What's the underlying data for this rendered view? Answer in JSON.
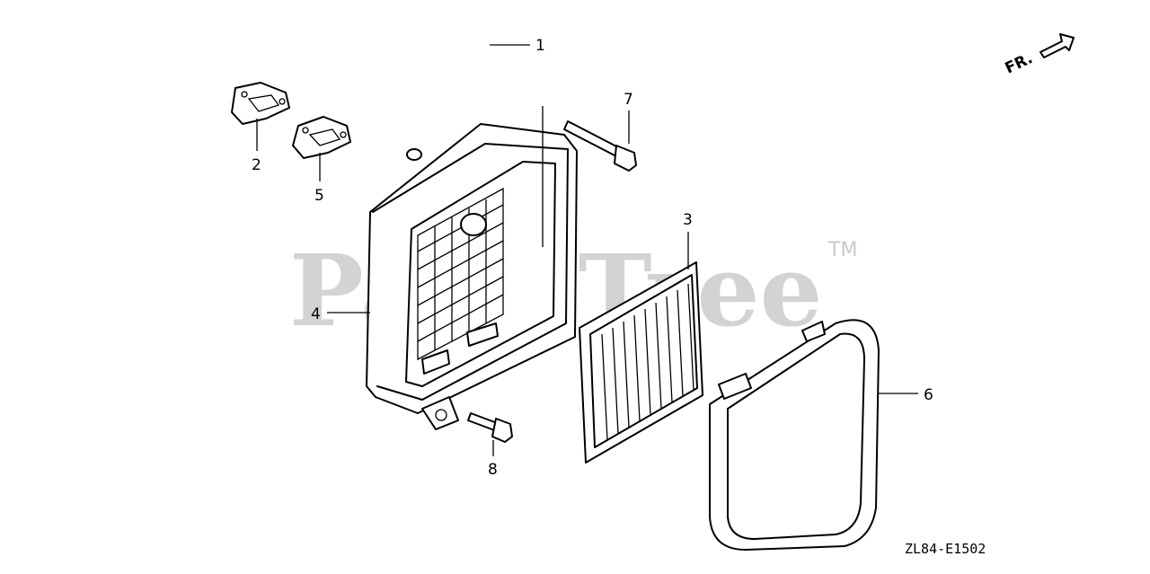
{
  "callouts": [
    {
      "id": "1",
      "label": "1"
    },
    {
      "id": "2",
      "label": "2"
    },
    {
      "id": "3",
      "label": "3"
    },
    {
      "id": "4",
      "label": "4"
    },
    {
      "id": "5",
      "label": "5"
    },
    {
      "id": "6",
      "label": "6"
    },
    {
      "id": "7",
      "label": "7"
    },
    {
      "id": "8",
      "label": "8"
    }
  ],
  "direction_label": "FR.",
  "diagram_code": "ZL84-E1502",
  "watermark": {
    "text": "PartsTree",
    "trademark": "TM"
  }
}
